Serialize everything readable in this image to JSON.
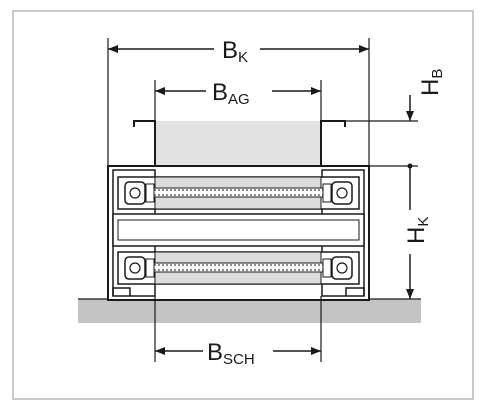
{
  "labels": {
    "bk": {
      "main": "B",
      "sub": "K"
    },
    "bag": {
      "main": "B",
      "sub": "AG"
    },
    "hb": {
      "main": "H",
      "sub": "B"
    },
    "hk": {
      "main": "H",
      "sub": "K"
    },
    "bsch": {
      "main": "B",
      "sub": "SCH"
    }
  },
  "colors": {
    "frame": "#c9c9c9",
    "line": "#1a1a1a",
    "floor": "#c4c4c4",
    "inner_fill": "#dcdcdc",
    "load_area": "#e2e2e2"
  }
}
